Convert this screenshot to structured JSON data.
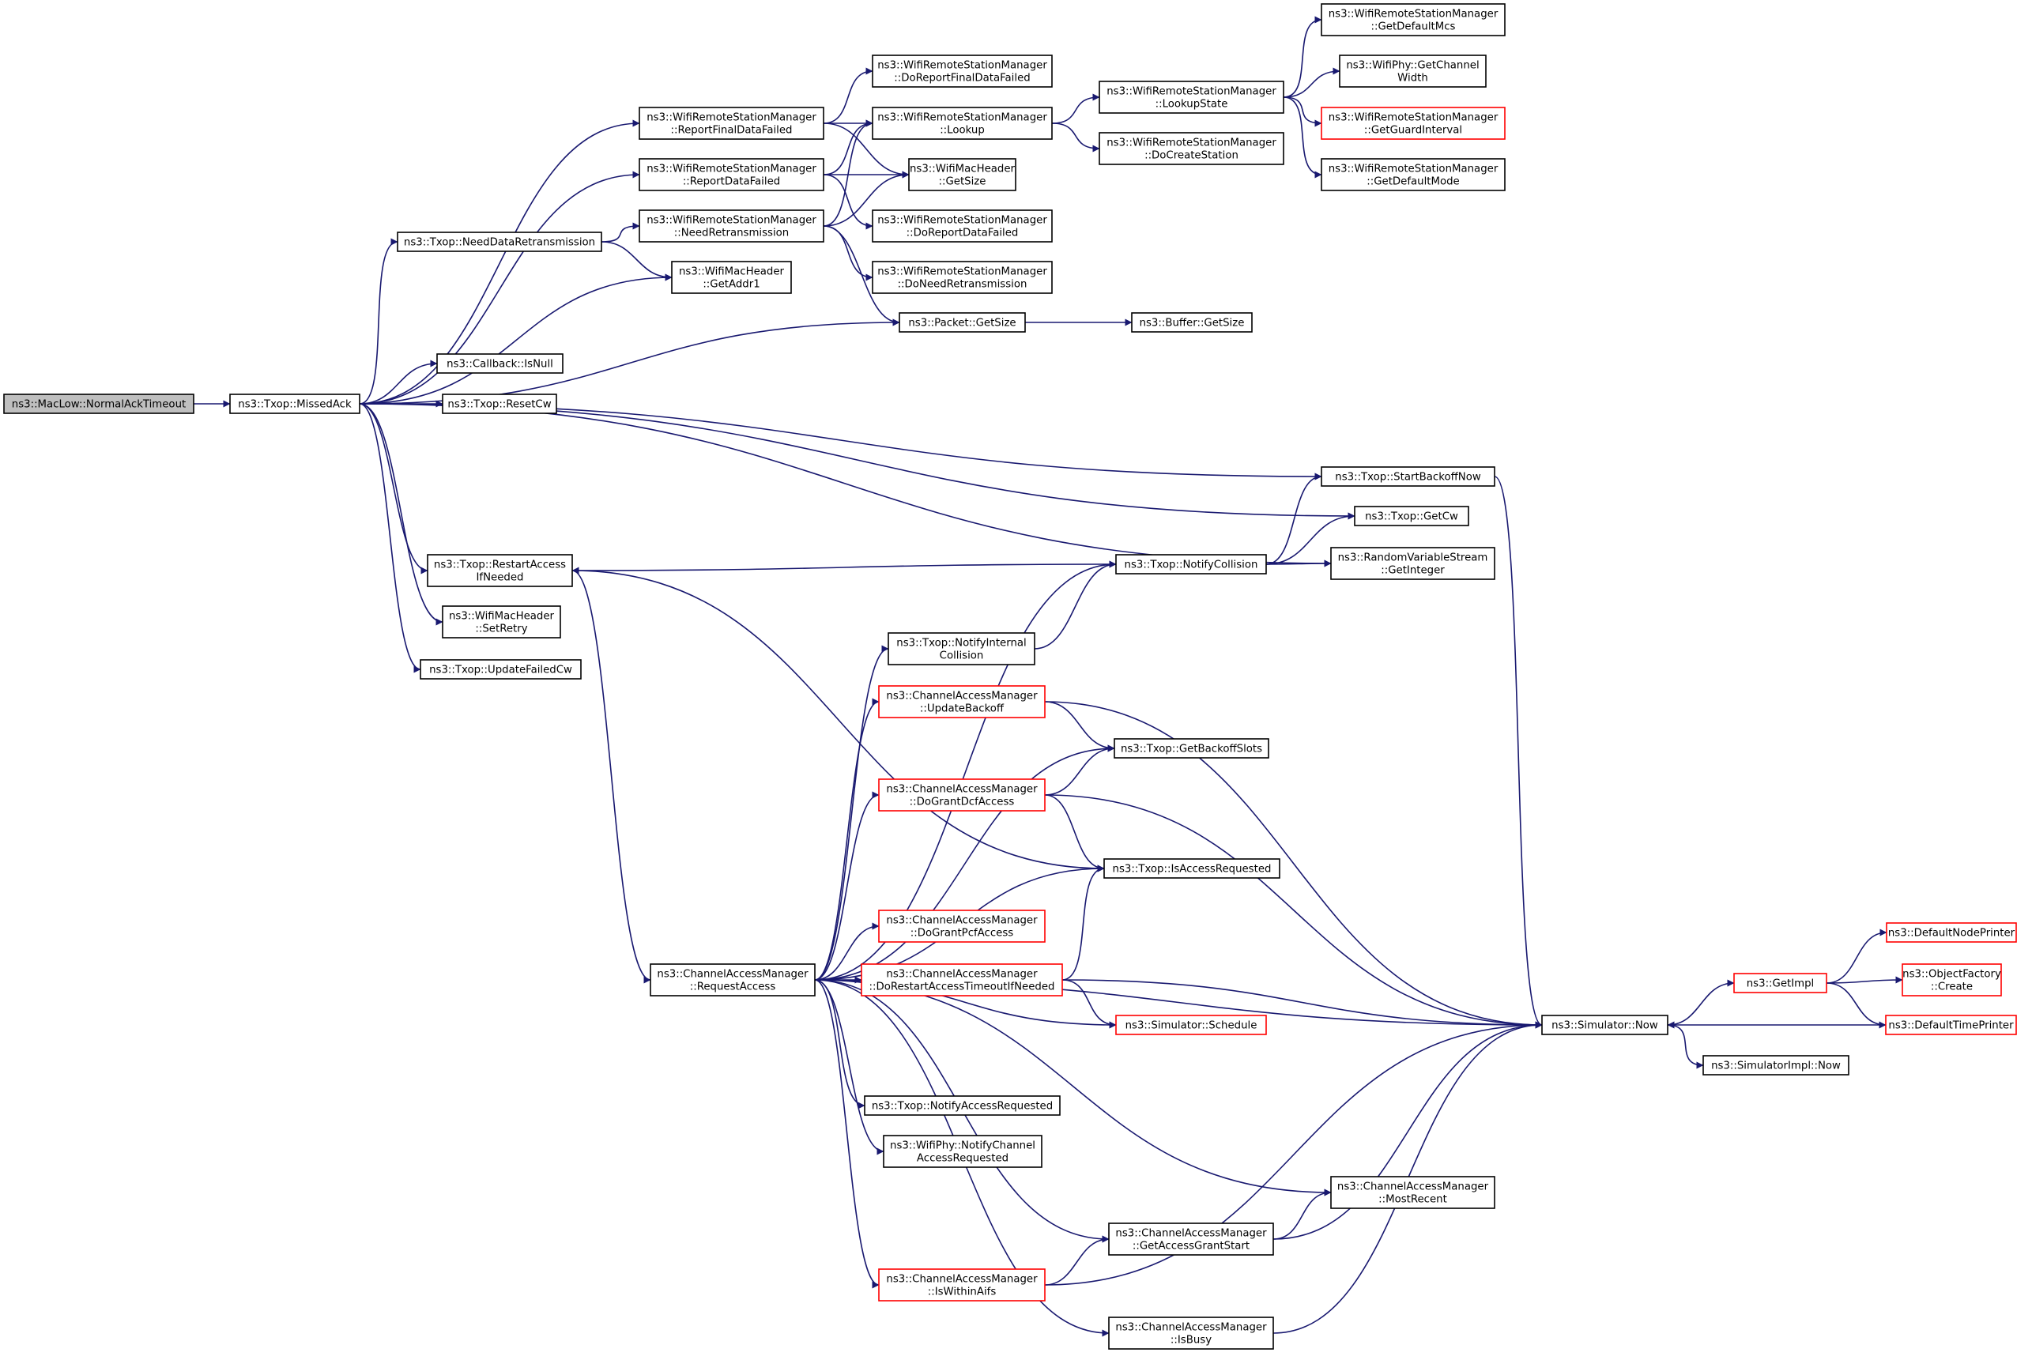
{
  "colors": {
    "edge": "#191970",
    "node_border": "#000000",
    "node_border_truncated": "#ff0000",
    "node_fill": "#ffffff",
    "root_fill": "#bfbfbf",
    "text": "#000000"
  },
  "nodes": [
    {
      "id": "n_normalacktimeout",
      "lines": [
        "ns3::MacLow::NormalAckTimeout"
      ],
      "style": "root"
    },
    {
      "id": "n_missedack",
      "lines": [
        "ns3::Txop::MissedAck"
      ],
      "style": "normal"
    },
    {
      "id": "n_reportfinaldatafailed",
      "lines": [
        "ns3::WifiRemoteStationManager",
        "::ReportFinalDataFailed"
      ],
      "style": "normal"
    },
    {
      "id": "n_reportdatafailed",
      "lines": [
        "ns3::WifiRemoteStationManager",
        "::ReportDataFailed"
      ],
      "style": "normal"
    },
    {
      "id": "n_needdataretransmission",
      "lines": [
        "ns3::Txop::NeedDataRetransmission"
      ],
      "style": "normal"
    },
    {
      "id": "n_needretransmission",
      "lines": [
        "ns3::WifiRemoteStationManager",
        "::NeedRetransmission"
      ],
      "style": "normal"
    },
    {
      "id": "n_getaddr1",
      "lines": [
        "ns3::WifiMacHeader",
        "::GetAddr1"
      ],
      "style": "normal"
    },
    {
      "id": "n_doreportfinaldatafailed",
      "lines": [
        "ns3::WifiRemoteStationManager",
        "::DoReportFinalDataFailed"
      ],
      "style": "normal"
    },
    {
      "id": "n_lookup",
      "lines": [
        "ns3::WifiRemoteStationManager",
        "::Lookup"
      ],
      "style": "normal"
    },
    {
      "id": "n_headergetsize",
      "lines": [
        "ns3::WifiMacHeader",
        "::GetSize"
      ],
      "style": "normal"
    },
    {
      "id": "n_doreportdatafailed",
      "lines": [
        "ns3::WifiRemoteStationManager",
        "::DoReportDataFailed"
      ],
      "style": "normal"
    },
    {
      "id": "n_doneedretransmission",
      "lines": [
        "ns3::WifiRemoteStationManager",
        "::DoNeedRetransmission"
      ],
      "style": "normal"
    },
    {
      "id": "n_packetgetsize",
      "lines": [
        "ns3::Packet::GetSize"
      ],
      "style": "normal"
    },
    {
      "id": "n_buffergetsize",
      "lines": [
        "ns3::Buffer::GetSize"
      ],
      "style": "normal"
    },
    {
      "id": "n_lookupstate",
      "lines": [
        "ns3::WifiRemoteStationManager",
        "::LookupState"
      ],
      "style": "normal"
    },
    {
      "id": "n_docreatestation",
      "lines": [
        "ns3::WifiRemoteStationManager",
        "::DoCreateStation"
      ],
      "style": "normal"
    },
    {
      "id": "n_getdefaultmcs",
      "lines": [
        "ns3::WifiRemoteStationManager",
        "::GetDefaultMcs"
      ],
      "style": "normal"
    },
    {
      "id": "n_getchannelwidth",
      "lines": [
        "ns3::WifiPhy::GetChannel",
        "Width"
      ],
      "style": "normal"
    },
    {
      "id": "n_getguardinterval",
      "lines": [
        "ns3::WifiRemoteStationManager",
        "::GetGuardInterval"
      ],
      "style": "truncated"
    },
    {
      "id": "n_getdefaultmode",
      "lines": [
        "ns3::WifiRemoteStationManager",
        "::GetDefaultMode"
      ],
      "style": "normal"
    },
    {
      "id": "n_isnull",
      "lines": [
        "ns3::Callback::IsNull"
      ],
      "style": "normal"
    },
    {
      "id": "n_resetcw",
      "lines": [
        "ns3::Txop::ResetCw"
      ],
      "style": "normal"
    },
    {
      "id": "n_startbackoffnow",
      "lines": [
        "ns3::Txop::StartBackoffNow"
      ],
      "style": "normal"
    },
    {
      "id": "n_getcw",
      "lines": [
        "ns3::Txop::GetCw"
      ],
      "style": "normal"
    },
    {
      "id": "n_getinteger",
      "lines": [
        "ns3::RandomVariableStream",
        "::GetInteger"
      ],
      "style": "normal"
    },
    {
      "id": "n_restartaccessifneeded",
      "lines": [
        "ns3::Txop::RestartAccess",
        "IfNeeded"
      ],
      "style": "normal"
    },
    {
      "id": "n_notifycollision",
      "lines": [
        "ns3::Txop::NotifyCollision"
      ],
      "style": "normal"
    },
    {
      "id": "n_setretry",
      "lines": [
        "ns3::WifiMacHeader",
        "::SetRetry"
      ],
      "style": "normal"
    },
    {
      "id": "n_updatefailedcw",
      "lines": [
        "ns3::Txop::UpdateFailedCw"
      ],
      "style": "normal"
    },
    {
      "id": "n_notifyinternalcollision",
      "lines": [
        "ns3::Txop::NotifyInternal",
        "Collision"
      ],
      "style": "normal"
    },
    {
      "id": "n_updatebackoff",
      "lines": [
        "ns3::ChannelAccessManager",
        "::UpdateBackoff"
      ],
      "style": "truncated"
    },
    {
      "id": "n_getbackoffslots",
      "lines": [
        "ns3::Txop::GetBackoffSlots"
      ],
      "style": "normal"
    },
    {
      "id": "n_dograntdcfaccess",
      "lines": [
        "ns3::ChannelAccessManager",
        "::DoGrantDcfAccess"
      ],
      "style": "truncated"
    },
    {
      "id": "n_isaccessrequested",
      "lines": [
        "ns3::Txop::IsAccessRequested"
      ],
      "style": "normal"
    },
    {
      "id": "n_dograntpcfaccess",
      "lines": [
        "ns3::ChannelAccessManager",
        "::DoGrantPcfAccess"
      ],
      "style": "truncated"
    },
    {
      "id": "n_requestaccess",
      "lines": [
        "ns3::ChannelAccessManager",
        "::RequestAccess"
      ],
      "style": "normal"
    },
    {
      "id": "n_dorestartaccesstimeoutifneeded",
      "lines": [
        "ns3::ChannelAccessManager",
        "::DoRestartAccessTimeoutIfNeeded"
      ],
      "style": "truncated"
    },
    {
      "id": "n_schedule",
      "lines": [
        "ns3::Simulator::Schedule"
      ],
      "style": "truncated"
    },
    {
      "id": "n_simulatornow",
      "lines": [
        "ns3::Simulator::Now"
      ],
      "style": "normal"
    },
    {
      "id": "n_getimpl",
      "lines": [
        "ns3::GetImpl"
      ],
      "style": "truncated"
    },
    {
      "id": "n_defaultnodeprinter",
      "lines": [
        "ns3::DefaultNodePrinter"
      ],
      "style": "truncated"
    },
    {
      "id": "n_objectfactorycreate",
      "lines": [
        "ns3::ObjectFactory",
        "::Create"
      ],
      "style": "truncated"
    },
    {
      "id": "n_defaulttimeprinter",
      "lines": [
        "ns3::DefaultTimePrinter"
      ],
      "style": "truncated"
    },
    {
      "id": "n_simulatorimplnow",
      "lines": [
        "ns3::SimulatorImpl::Now"
      ],
      "style": "normal"
    },
    {
      "id": "n_notifyaccessrequested",
      "lines": [
        "ns3::Txop::NotifyAccessRequested"
      ],
      "style": "normal"
    },
    {
      "id": "n_notifychannelaccessrequested",
      "lines": [
        "ns3::WifiPhy::NotifyChannel",
        "AccessRequested"
      ],
      "style": "normal"
    },
    {
      "id": "n_mostrecent",
      "lines": [
        "ns3::ChannelAccessManager",
        "::MostRecent"
      ],
      "style": "normal"
    },
    {
      "id": "n_getaccessgrantstart",
      "lines": [
        "ns3::ChannelAccessManager",
        "::GetAccessGrantStart"
      ],
      "style": "normal"
    },
    {
      "id": "n_iswithinaifs",
      "lines": [
        "ns3::ChannelAccessManager",
        "::IsWithinAifs"
      ],
      "style": "truncated"
    },
    {
      "id": "n_isbusy",
      "lines": [
        "ns3::ChannelAccessManager",
        "::IsBusy"
      ],
      "style": "normal"
    }
  ],
  "edges": [
    {
      "from": "n_normalacktimeout",
      "to": "n_missedack"
    },
    {
      "from": "n_missedack",
      "to": "n_reportfinaldatafailed"
    },
    {
      "from": "n_missedack",
      "to": "n_reportdatafailed"
    },
    {
      "from": "n_missedack",
      "to": "n_needdataretransmission"
    },
    {
      "from": "n_missedack",
      "to": "n_getaddr1"
    },
    {
      "from": "n_missedack",
      "to": "n_packetgetsize"
    },
    {
      "from": "n_missedack",
      "to": "n_isnull"
    },
    {
      "from": "n_missedack",
      "to": "n_resetcw"
    },
    {
      "from": "n_missedack",
      "to": "n_startbackoffnow"
    },
    {
      "from": "n_missedack",
      "to": "n_getcw"
    },
    {
      "from": "n_missedack",
      "to": "n_getinteger"
    },
    {
      "from": "n_missedack",
      "to": "n_restartaccessifneeded"
    },
    {
      "from": "n_missedack",
      "to": "n_setretry"
    },
    {
      "from": "n_missedack",
      "to": "n_updatefailedcw"
    },
    {
      "from": "n_reportfinaldatafailed",
      "to": "n_doreportfinaldatafailed"
    },
    {
      "from": "n_reportfinaldatafailed",
      "to": "n_lookup"
    },
    {
      "from": "n_reportfinaldatafailed",
      "to": "n_headergetsize"
    },
    {
      "from": "n_reportdatafailed",
      "to": "n_lookup"
    },
    {
      "from": "n_reportdatafailed",
      "to": "n_headergetsize"
    },
    {
      "from": "n_reportdatafailed",
      "to": "n_doreportdatafailed"
    },
    {
      "from": "n_needdataretransmission",
      "to": "n_needretransmission"
    },
    {
      "from": "n_needdataretransmission",
      "to": "n_getaddr1"
    },
    {
      "from": "n_needretransmission",
      "to": "n_lookup"
    },
    {
      "from": "n_needretransmission",
      "to": "n_headergetsize"
    },
    {
      "from": "n_needretransmission",
      "to": "n_doneedretransmission"
    },
    {
      "from": "n_needretransmission",
      "to": "n_packetgetsize"
    },
    {
      "from": "n_lookup",
      "to": "n_lookupstate"
    },
    {
      "from": "n_lookup",
      "to": "n_docreatestation"
    },
    {
      "from": "n_lookupstate",
      "to": "n_getdefaultmcs"
    },
    {
      "from": "n_lookupstate",
      "to": "n_getchannelwidth"
    },
    {
      "from": "n_lookupstate",
      "to": "n_getguardinterval"
    },
    {
      "from": "n_lookupstate",
      "to": "n_getdefaultmode"
    },
    {
      "from": "n_packetgetsize",
      "to": "n_buffergetsize"
    },
    {
      "from": "n_startbackoffnow",
      "to": "n_simulatornow"
    },
    {
      "from": "n_restartaccessifneeded",
      "to": "n_isaccessrequested"
    },
    {
      "from": "n_restartaccessifneeded",
      "to": "n_requestaccess"
    },
    {
      "from": "n_notifycollision",
      "to": "n_restartaccessifneeded"
    },
    {
      "from": "n_notifycollision",
      "to": "n_startbackoffnow"
    },
    {
      "from": "n_notifycollision",
      "to": "n_getcw"
    },
    {
      "from": "n_notifycollision",
      "to": "n_getinteger"
    },
    {
      "from": "n_notifyinternalcollision",
      "to": "n_notifycollision"
    },
    {
      "from": "n_updatebackoff",
      "to": "n_getbackoffslots"
    },
    {
      "from": "n_updatebackoff",
      "to": "n_simulatornow"
    },
    {
      "from": "n_dograntdcfaccess",
      "to": "n_getbackoffslots"
    },
    {
      "from": "n_dograntdcfaccess",
      "to": "n_isaccessrequested"
    },
    {
      "from": "n_dograntdcfaccess",
      "to": "n_simulatornow"
    },
    {
      "from": "n_requestaccess",
      "to": "n_notifycollision"
    },
    {
      "from": "n_requestaccess",
      "to": "n_notifyinternalcollision"
    },
    {
      "from": "n_requestaccess",
      "to": "n_updatebackoff"
    },
    {
      "from": "n_requestaccess",
      "to": "n_getbackoffslots"
    },
    {
      "from": "n_requestaccess",
      "to": "n_dograntdcfaccess"
    },
    {
      "from": "n_requestaccess",
      "to": "n_isaccessrequested"
    },
    {
      "from": "n_requestaccess",
      "to": "n_dograntpcfaccess"
    },
    {
      "from": "n_requestaccess",
      "to": "n_dorestartaccesstimeoutifneeded"
    },
    {
      "from": "n_requestaccess",
      "to": "n_schedule"
    },
    {
      "from": "n_requestaccess",
      "to": "n_simulatornow"
    },
    {
      "from": "n_requestaccess",
      "to": "n_notifyaccessrequested"
    },
    {
      "from": "n_requestaccess",
      "to": "n_notifychannelaccessrequested"
    },
    {
      "from": "n_requestaccess",
      "to": "n_mostrecent"
    },
    {
      "from": "n_requestaccess",
      "to": "n_getaccessgrantstart"
    },
    {
      "from": "n_requestaccess",
      "to": "n_iswithinaifs"
    },
    {
      "from": "n_requestaccess",
      "to": "n_isbusy"
    },
    {
      "from": "n_dorestartaccesstimeoutifneeded",
      "to": "n_isaccessrequested"
    },
    {
      "from": "n_dorestartaccesstimeoutifneeded",
      "to": "n_schedule"
    },
    {
      "from": "n_dorestartaccesstimeoutifneeded",
      "to": "n_simulatornow"
    },
    {
      "from": "n_simulatornow",
      "to": "n_getimpl"
    },
    {
      "from": "n_simulatornow",
      "to": "n_simulatorimplnow"
    },
    {
      "from": "n_getimpl",
      "to": "n_defaultnodeprinter"
    },
    {
      "from": "n_getimpl",
      "to": "n_objectfactorycreate"
    },
    {
      "from": "n_getimpl",
      "to": "n_defaulttimeprinter"
    },
    {
      "from": "n_defaulttimeprinter",
      "to": "n_simulatornow"
    },
    {
      "from": "n_getaccessgrantstart",
      "to": "n_mostrecent"
    },
    {
      "from": "n_getaccessgrantstart",
      "to": "n_simulatornow"
    },
    {
      "from": "n_iswithinaifs",
      "to": "n_getaccessgrantstart"
    },
    {
      "from": "n_iswithinaifs",
      "to": "n_simulatornow"
    },
    {
      "from": "n_isbusy",
      "to": "n_simulatornow"
    }
  ]
}
